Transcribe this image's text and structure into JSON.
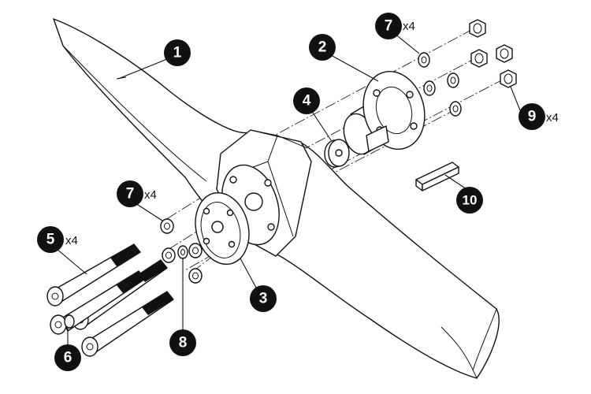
{
  "callouts": [
    {
      "number": "1",
      "qty": ""
    },
    {
      "number": "2",
      "qty": ""
    },
    {
      "number": "3",
      "qty": ""
    },
    {
      "number": "4",
      "qty": ""
    },
    {
      "number": "5",
      "qty": "x4"
    },
    {
      "number": "6",
      "qty": ""
    },
    {
      "number": "7",
      "qty": "x4"
    },
    {
      "number": "7",
      "qty": "x4"
    },
    {
      "number": "8",
      "qty": ""
    },
    {
      "number": "9",
      "qty": "x4"
    },
    {
      "number": "10",
      "qty": ""
    }
  ],
  "colors": {
    "ink": "#111111",
    "paper": "#ffffff"
  }
}
